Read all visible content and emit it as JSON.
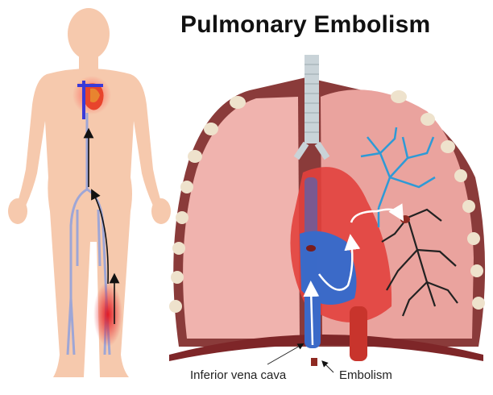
{
  "title": "Pulmonary Embolism",
  "labels": {
    "ivc": "Inferior vena cava",
    "embolism": "Embolism"
  },
  "colors": {
    "skin": "#f6c9ad",
    "vein": "#9ea6d6",
    "clot_glow": "#e8202a",
    "lung": "#f0b3ae",
    "lung_left": "#eaa39e",
    "ribcage": "#8a3b3a",
    "rib_nodule": "#eee2cc",
    "artery_red": "#e2413d",
    "vein_blue": "#3b6ac8",
    "bronchi_blue": "#2e9ad6",
    "blocked_vessels": "#222222",
    "trachea": "#c9d3d8",
    "diaphragm": "#7e2628"
  }
}
